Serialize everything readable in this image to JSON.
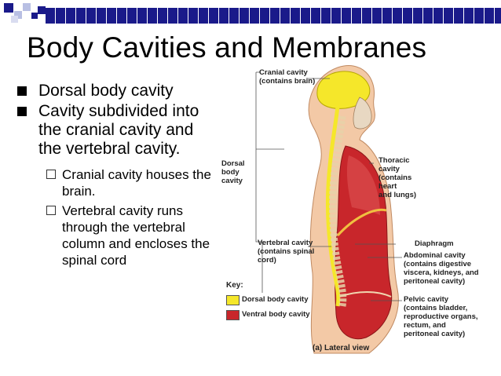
{
  "slide": {
    "title": "Body Cavities and Membranes",
    "bullets": [
      "Dorsal body cavity",
      "Cavity subdivided into the cranial cavity and the vertebral cavity."
    ],
    "sub_bullets": [
      "Cranial cavity houses the brain.",
      "Vertebral cavity runs through the vertebral column and encloses the spinal cord"
    ]
  },
  "figure": {
    "labels": {
      "cranial": [
        "Cranial cavity",
        "(contains brain)"
      ],
      "dorsal": [
        "Dorsal",
        "body",
        "cavity"
      ],
      "thoracic": [
        "Thoracic",
        "cavity",
        "(contains",
        "heart",
        "and lungs)"
      ],
      "diaphragm": "Diaphragm",
      "abdominal": [
        "Abdominal cavity",
        "(contains digestive",
        "viscera, kidneys, and",
        "peritoneal cavity)"
      ],
      "vertebral": [
        "Vertebral cavity",
        "(contains spinal",
        "cord)"
      ],
      "pelvic": [
        "Pelvic cavity",
        "(contains bladder,",
        "reproductive organs,",
        "rectum, and",
        "peritoneal cavity)"
      ]
    },
    "key": {
      "title": "Key:",
      "dorsal": "Dorsal body cavity",
      "ventral": "Ventral body cavity",
      "dorsal_color": "#f5e72a",
      "ventral_color": "#c8262b"
    },
    "caption": "(a) Lateral view"
  },
  "colors": {
    "title_bar": "#1a1a8a",
    "square_dark": "#1a1a8a",
    "square_light": "#b8bfe3"
  }
}
